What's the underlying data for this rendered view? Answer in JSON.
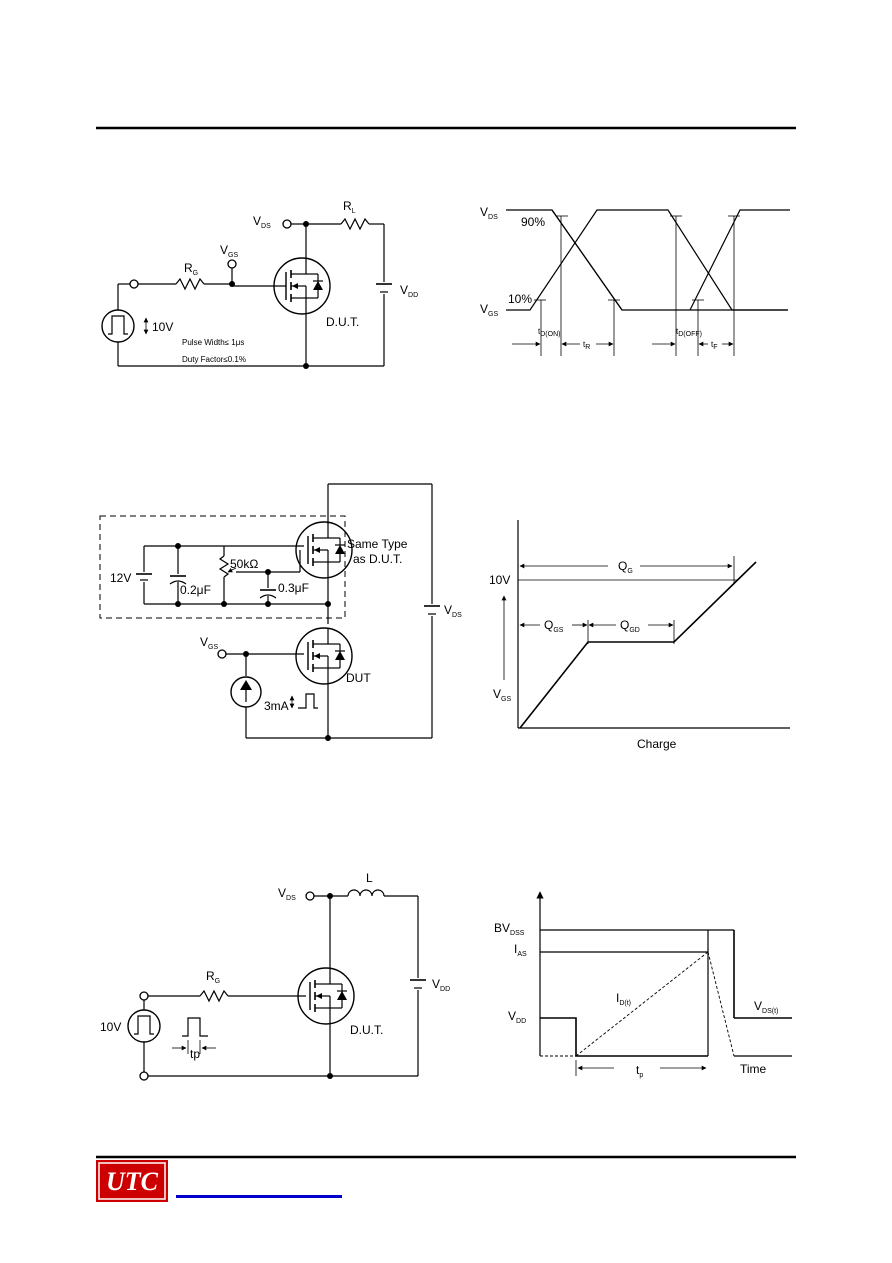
{
  "switching_circuit": {
    "vds": "V",
    "vds_sub": "DS",
    "rl": "R",
    "rl_sub": "L",
    "vgs": "V",
    "vgs_sub": "GS",
    "rg": "R",
    "rg_sub": "G",
    "vdd": "V",
    "vdd_sub": "DD",
    "dut": "D.U.T.",
    "pulse_amp": "10V",
    "pulse_width": "Pulse Width≤ 1μs",
    "duty_factor": "Duty Factor≤0.1%"
  },
  "switching_waveform": {
    "vds": "V",
    "vds_sub": "DS",
    "vgs": "V",
    "vgs_sub": "GS",
    "p90": "90%",
    "p10": "10%",
    "td_on": "t",
    "td_on_sub": "D(ON)",
    "tr": "t",
    "tr_sub": "R",
    "td_off": "t",
    "td_off_sub": "D(OFF)",
    "tf": "t",
    "tf_sub": "F"
  },
  "gate_charge_circuit": {
    "v12": "12V",
    "r50k": "50kΩ",
    "c02": "0.2μF",
    "c03": "0.3μF",
    "same_type_1": "Same Type",
    "same_type_2": "as D.U.T.",
    "vgs": "V",
    "vgs_sub": "GS",
    "vds": "V",
    "vds_sub": "DS",
    "dut": "DUT",
    "i3ma": "3mA"
  },
  "gate_charge_waveform": {
    "qg": "Q",
    "qg_sub": "G",
    "v10": "10V",
    "qgs": "Q",
    "qgs_sub": "GS",
    "qgd": "Q",
    "qgd_sub": "GD",
    "vgs": "V",
    "vgs_sub": "GS",
    "charge": "Charge"
  },
  "avalanche_circuit": {
    "vds": "V",
    "vds_sub": "DS",
    "l": "L",
    "rg": "R",
    "rg_sub": "G",
    "v10": "10V",
    "tp": "tp",
    "vdd": "V",
    "vdd_sub": "DD",
    "dut": "D.U.T."
  },
  "avalanche_waveform": {
    "bvdss": "BV",
    "bvdss_sub": "DSS",
    "ias": "I",
    "ias_sub": "AS",
    "id": "I",
    "id_sub": "D(t)",
    "vdd": "V",
    "vdd_sub": "DD",
    "vds_t": "V",
    "vds_t_sub": "DS(t)",
    "tp": "t",
    "tp_sub": "p",
    "time": "Time"
  },
  "footer": {
    "logo": "UTC",
    "logo_color": "#cc0000",
    "rule_color": "#0000cc"
  }
}
